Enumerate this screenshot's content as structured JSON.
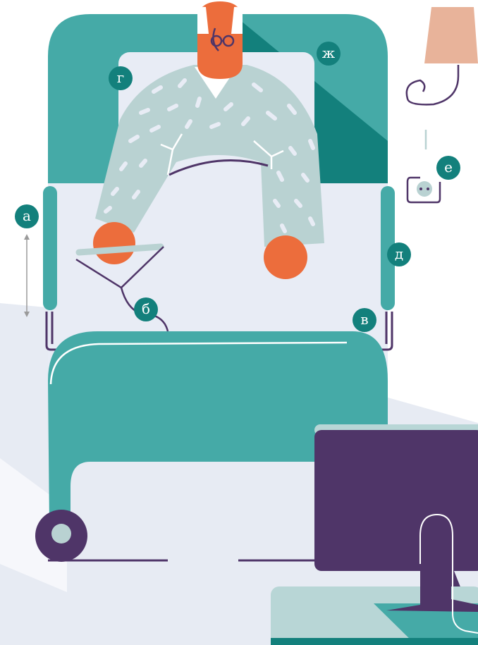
{
  "colors": {
    "teal": "#45aaa7",
    "teal_dark": "#13807c",
    "bed_back": "#e8ecf5",
    "floor": "#e7ebf3",
    "skin": "#ec6d3c",
    "gown": "#b9d2d2",
    "purple": "#4f3568",
    "lamp": "#e8b39a",
    "table_top": "#b8d6d6",
    "white": "#ffffff"
  },
  "labels": {
    "a": "а",
    "b": "б",
    "v": "в",
    "g": "г",
    "d": "д",
    "e": "е",
    "zh": "ж"
  },
  "icons": {
    "lamp": "lamp-icon",
    "socket": "power-socket-icon",
    "remote": "bed-remote-control-icon",
    "wheel": "bed-wheel-icon",
    "arrow": "double-arrow-icon"
  }
}
